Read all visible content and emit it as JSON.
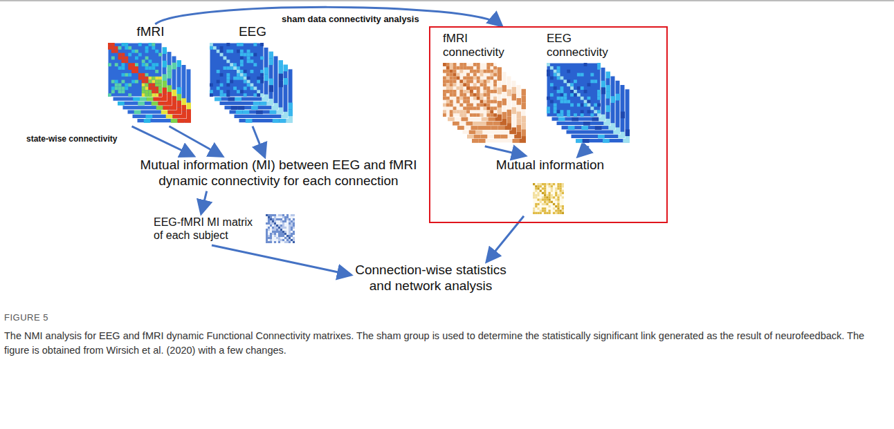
{
  "diagram": {
    "caption": "The NMI analysis for EEG and fMRI dynamic Functional Connectivity matrixes. The sham group is used to determine the statistically significant link generated as the result of neurofeedback. The figure is obtained from Wirsich et al. (2020) with a few changes.",
    "nodes": [
      {
        "text": [
          "fMRI"
        ]
      },
      {
        "text": [
          "EEG"
        ]
      },
      {
        "text": [
          "Mutual information (MI) between EEG and fMRI dynamic connectivity for each connection"
        ]
      },
      {
        "text": [
          "EEG-fMRI MI matrix of each subject"
        ]
      },
      {
        "text": [
          "Connection-wise statistics and network analysis"
        ]
      },
      {
        "text": []
      },
      {
        "text": [
          "fMRI connectivity"
        ],
        "in": 5
      },
      {
        "text": [
          "EEG connectivity"
        ],
        "in": 5
      },
      {
        "text": [
          "Mutual information"
        ],
        "in": 5
      }
    ],
    "edges": [
      {
        "from": 0,
        "to": 2,
        "label": "state-wise connectivity",
        "arrow": "to"
      },
      {
        "from": 0,
        "to": 2,
        "arrow": "to"
      },
      {
        "from": 1,
        "to": 2,
        "arrow": "to"
      },
      {
        "from": 2,
        "to": 3,
        "arrow": "to"
      },
      {
        "from": 3,
        "to": 4,
        "arrow": "to"
      },
      {
        "from": 0,
        "to": 5,
        "label": "sham data connectivity analysis",
        "arrow": "to"
      },
      {
        "from": 6,
        "to": 8,
        "arrow": "to"
      },
      {
        "from": 7,
        "to": 8,
        "arrow": "to"
      },
      {
        "from": 8,
        "to": 4,
        "arrow": "to"
      }
    ],
    "labels": [
      "FIGURE 5"
    ]
  }
}
